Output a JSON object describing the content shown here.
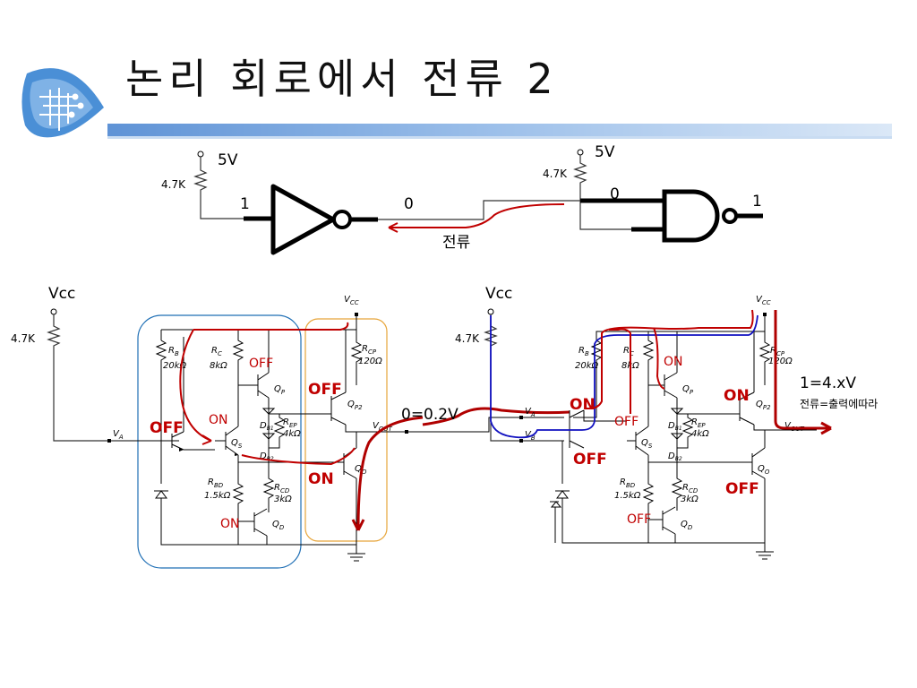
{
  "slide": {
    "title": "논리 회로에서 전류 2",
    "accent_color": "#5f93d6",
    "logo_icon": "circuit-board-leaf-icon"
  },
  "gates": {
    "vcc_left": "5V",
    "res_left": "4.7K",
    "inv_in": "1",
    "inv_out": "0",
    "current_label": "전류",
    "vcc_right": "5V",
    "res_right": "4.7K",
    "nand_in": "0",
    "nand_out": "1"
  },
  "left_circuit": {
    "vcc_in": "Vcc",
    "res_in": "4.7K",
    "vcc_top": "V",
    "vcc_top_sub": "CC",
    "va": "V",
    "va_sub": "A",
    "vout": "V",
    "vout_sub": "OUT",
    "rb": "R",
    "rb_sub": "B",
    "rb_val": "20kΩ",
    "rc": "R",
    "rc_sub": "C",
    "rc_val": "8kΩ",
    "rcp": "R",
    "rcp_sub": "CP",
    "rcp_val": "120Ω",
    "rep": "R",
    "rep_sub": "EP",
    "rep_val": "4kΩ",
    "rbd": "R",
    "rbd_sub": "BD",
    "rbd_val": "1.5kΩ",
    "rcd": "R",
    "rcd_sub": "CD",
    "rcd_val": "3kΩ",
    "qp": "Q",
    "qp_sub": "P",
    "qp2": "Q",
    "qp2_sub": "P2",
    "qs": "Q",
    "qs_sub": "S",
    "qo": "Q",
    "qo_sub": "O",
    "qd": "Q",
    "qd_sub": "D",
    "d1": "D",
    "d1_sub": "B1",
    "d2": "D",
    "d2_sub": "B2",
    "st_qp": "OFF",
    "st_qp2": "OFF",
    "st_qs": "ON",
    "st_in": "OFF",
    "st_qo": "ON",
    "st_qd": "ON"
  },
  "middle": {
    "node": "0=0.2V"
  },
  "right_circuit": {
    "vcc_in": "Vcc",
    "res_in": "4.7K",
    "vcc_top": "V",
    "vcc_top_sub": "CC",
    "va": "V",
    "va_sub": "A",
    "vb": "V",
    "vb_sub": "B",
    "vout": "V",
    "vout_sub": "OUT",
    "rb": "R",
    "rb_sub": "B",
    "rb_val": "20kΩ",
    "rc": "R",
    "rc_sub": "C",
    "rc_val": "8kΩ",
    "rcp": "R",
    "rcp_sub": "CP",
    "rcp_val": "120Ω",
    "rep": "R",
    "rep_sub": "EP",
    "rep_val": "4kΩ",
    "rbd": "R",
    "rbd_sub": "BD",
    "rbd_val": "1.5kΩ",
    "rcd": "R",
    "rcd_sub": "CD",
    "rcd_val": "3kΩ",
    "qp": "Q",
    "qp_sub": "P",
    "qp2": "Q",
    "qp2_sub": "P2",
    "qs": "Q",
    "qs_sub": "S",
    "qo": "Q",
    "qo_sub": "O",
    "qd": "Q",
    "qd_sub": "D",
    "d1": "D",
    "d1_sub": "B1",
    "d2": "D",
    "d2_sub": "B2",
    "st_qp": "ON",
    "st_qp2": "ON",
    "st_in": "ON",
    "st_qs": "OFF",
    "st_qs2": "OFF",
    "st_qo": "OFF",
    "st_qd": "OFF",
    "out_value": "1=4.xV",
    "out_note": "전류=출력에따라"
  },
  "colors": {
    "current": "#c00000",
    "alt_current": "#1010c0",
    "box_blue": "#1f6fb5",
    "box_orange": "#e7a53a"
  }
}
